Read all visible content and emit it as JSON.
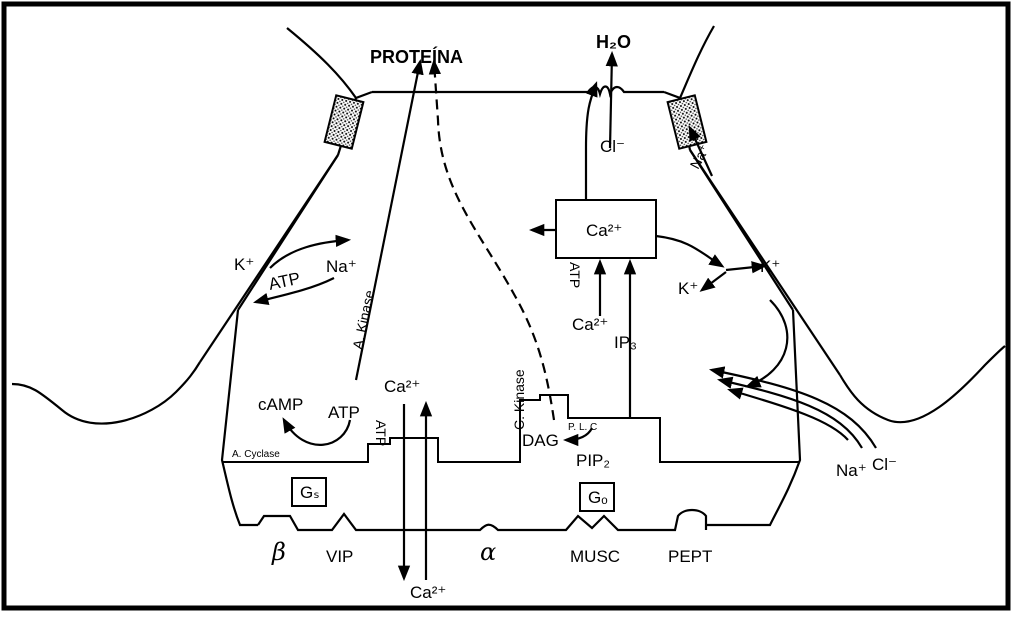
{
  "labels": {
    "proteina": "PROTEÍNA",
    "h2o": "H₂O",
    "cl_top": "Cl⁻",
    "ca_box": "Ca²⁺",
    "atp_vert": "ATP",
    "ca_below_box": "Ca²⁺",
    "ip3": "IP₃",
    "na_right_duct": "Na⁺",
    "k_right_a": "K⁺",
    "k_right_b": "K⁺",
    "k_left": "K⁺",
    "atp_left": "ATP",
    "na_left": "Na⁺",
    "a_kinase": "A. Kinase",
    "c_kinase": "C. Kinase",
    "camp": "cAMP",
    "atp_camp": "ATP",
    "a_cyclase": "A. Cyclase",
    "atp_center": "ATP",
    "ca_center_top": "Ca²⁺",
    "ca_center_bottom": "Ca²⁺",
    "plc": "P. L. C",
    "dag": "DAG",
    "pip2": "PIP₂",
    "gs": "Gₛ",
    "go": "Gₒ",
    "beta": "β",
    "vip": "VIP",
    "alpha": "α",
    "musc": "MUSC",
    "pept": "PEPT",
    "na_bottom_right": "Na⁺",
    "cl_bottom_right": "Cl⁻"
  },
  "colors": {
    "ink": "#000000",
    "paper": "#ffffff",
    "junction_fill": "#9a9a9a"
  }
}
